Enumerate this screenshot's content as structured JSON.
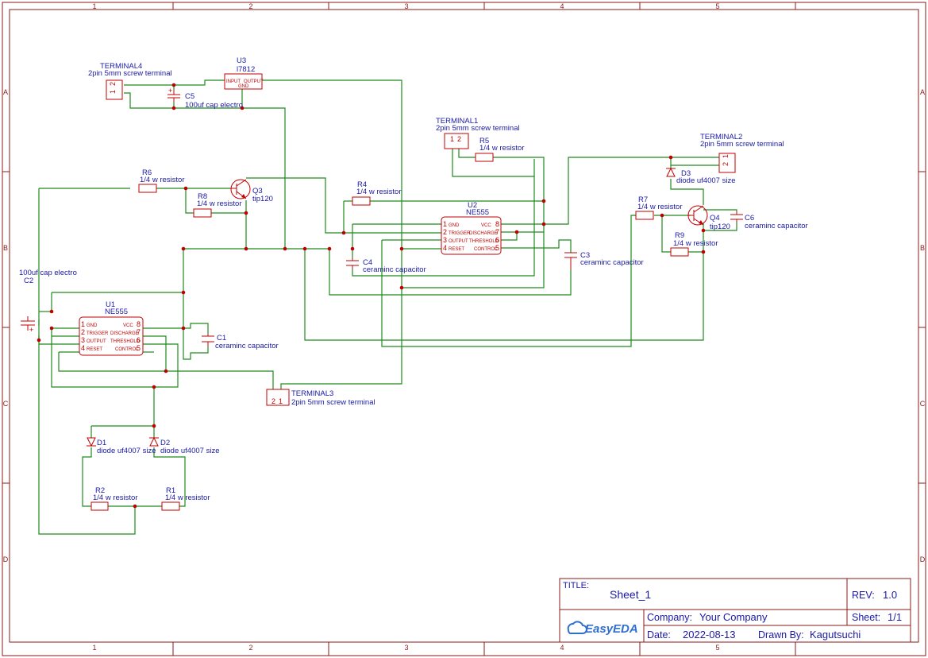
{
  "frame": {
    "cols": [
      "1",
      "2",
      "3",
      "4",
      "5"
    ],
    "rows": [
      "A",
      "B",
      "C",
      "D"
    ]
  },
  "titleblock": {
    "title_label": "TITLE:",
    "title": "Sheet_1",
    "rev_label": "REV:",
    "rev": "1.0",
    "company_label": "Company:",
    "company": "Your Company",
    "sheet_label": "Sheet:",
    "sheet": "1/1",
    "date_label": "Date:",
    "date": "2022-08-13",
    "drawn_label": "Drawn By:",
    "drawn": "Kagutsuchi",
    "logo": "EasyEDA"
  },
  "components": {
    "terminal4": {
      "ref": "TERMINAL4",
      "desc": "2pin 5mm screw terminal",
      "p1": "1",
      "p2": "2"
    },
    "u3": {
      "ref": "U3",
      "value": "l7812",
      "in": "INPUT",
      "out": "OUTPUT",
      "gnd": "GND"
    },
    "c5": {
      "desc": "C5",
      "value": "100uf cap electro",
      "plus": "+"
    },
    "terminal1": {
      "ref": "TERMINAL1",
      "desc": "2pin 5mm screw terminal",
      "p1": "1",
      "p2": "2"
    },
    "r5": {
      "ref": "R5",
      "value": "1/4 w resistor"
    },
    "terminal2": {
      "ref": "TERMINAL2",
      "desc": "2pin 5mm screw terminal",
      "p1": "1",
      "p2": "2"
    },
    "d3": {
      "ref": "D3",
      "value": "diode uf4007 size"
    },
    "r6": {
      "ref": "R6",
      "value": "1/4 w resistor"
    },
    "q3": {
      "ref": "Q3",
      "value": "tip120"
    },
    "r8": {
      "ref": "R8",
      "value": "1/4 w resistor"
    },
    "r4": {
      "ref": "R4",
      "value": "1/4 w resistor"
    },
    "u2": {
      "ref": "U2",
      "value": "NE555"
    },
    "r7": {
      "ref": "R7",
      "value": "1/4 w resistor"
    },
    "q4": {
      "ref": "Q4",
      "value": "tip120"
    },
    "c6": {
      "ref": "C6",
      "value": "ceraminc capacitor"
    },
    "r9": {
      "ref": "R9",
      "value": "1/4 w resistor"
    },
    "c4": {
      "ref": "C4",
      "value": "ceraminc capacitor"
    },
    "c3": {
      "ref": "C3",
      "value": "ceraminc capacitor"
    },
    "c2": {
      "ref": "C2",
      "value": "100uf cap electro",
      "plus": "+"
    },
    "u1": {
      "ref": "U1",
      "value": "NE555"
    },
    "c1": {
      "ref": "C1",
      "value": "ceraminc capacitor"
    },
    "terminal3": {
      "ref": "TERMINAL3",
      "desc": "2pin 5mm screw terminal",
      "p1": "2",
      "p2": "1"
    },
    "d1": {
      "ref": "D1",
      "value": "diode uf4007 size"
    },
    "d2": {
      "ref": "D2",
      "value": "diode uf4007 size"
    },
    "r2": {
      "ref": "R2",
      "value": "1/4 w resistor"
    },
    "r1": {
      "ref": "R1",
      "value": "1/4 w resistor"
    }
  },
  "ne555": {
    "pins_left": [
      {
        "num": "1",
        "name": "GND"
      },
      {
        "num": "2",
        "name": "TRIGGER"
      },
      {
        "num": "3",
        "name": "OUTPUT"
      },
      {
        "num": "4",
        "name": "RESET"
      }
    ],
    "pins_right": [
      {
        "num": "8",
        "name": "VCC"
      },
      {
        "num": "7",
        "name": "DISCHARGE"
      },
      {
        "num": "6",
        "name": "THRESHOLD"
      },
      {
        "num": "5",
        "name": "CONTROL"
      }
    ]
  },
  "colors": {
    "wire": "#1f8a1f",
    "component": "#c00000",
    "text": "#1a1aa6",
    "frame": "#8b1a1a"
  }
}
